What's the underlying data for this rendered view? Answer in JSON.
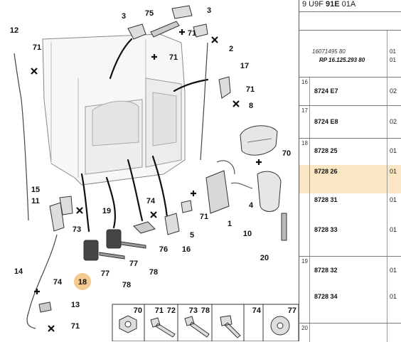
{
  "header": {
    "prefix": "9 U9F",
    "bold": "91E",
    "suffix": "01A"
  },
  "callouts": [
    "12",
    "71",
    "3",
    "75",
    "3",
    "71",
    "71",
    "2",
    "17",
    "71",
    "8",
    "15",
    "11",
    "73",
    "19",
    "74",
    "71",
    "5",
    "1",
    "70",
    "4",
    "10",
    "20",
    "76",
    "16",
    "14",
    "74",
    "13",
    "71",
    "77",
    "77",
    "78",
    "78",
    "18"
  ],
  "highlighted_callout": "18",
  "parts_table": {
    "first_row": {
      "code": "16071495 80",
      "ref": "RP 16.125.293 80",
      "qty_a": "01",
      "qty_b": "01"
    },
    "rows": [
      {
        "index": "16",
        "ref": "8724 E7",
        "qty": "02"
      },
      {
        "index": "17",
        "ref": "8724 E8",
        "qty": "02"
      },
      {
        "index": "18",
        "ref": "8728 25",
        "qty": "01"
      },
      {
        "index": "",
        "ref": "8728 26",
        "qty": "01",
        "highlight": true
      },
      {
        "index": "",
        "ref": "8728 31",
        "qty": "01"
      },
      {
        "index": "",
        "ref": "8728 33",
        "qty": "01"
      },
      {
        "index": "19",
        "ref": "8728 32",
        "qty": "01"
      },
      {
        "index": "",
        "ref": "8728 34",
        "qty": "01"
      },
      {
        "index": "20",
        "ref": "",
        "qty": ""
      }
    ]
  },
  "fastener_legend": [
    "70",
    "71",
    "72",
    "73",
    "78",
    "74",
    "77"
  ],
  "colors": {
    "highlight": "#fbe6c4",
    "line": "#222222",
    "highlight_circle": "#f3c98f"
  }
}
